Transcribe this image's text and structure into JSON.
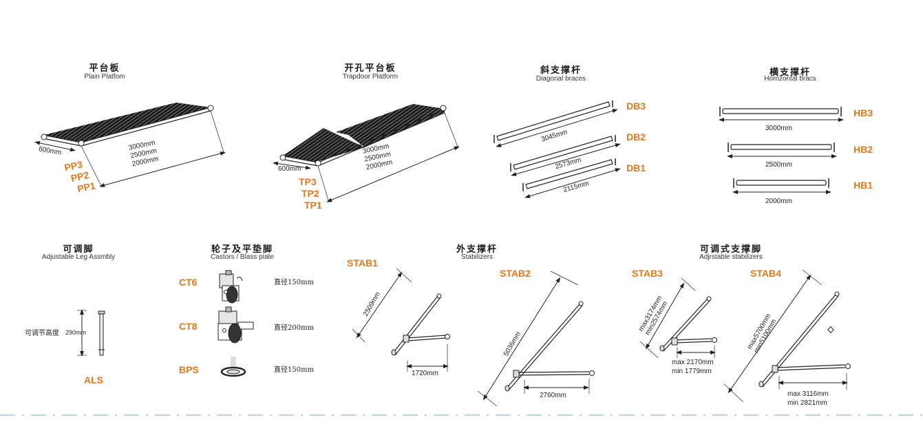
{
  "sections": {
    "plain_platform": {
      "zh": "平台板",
      "en": "Plain  Platfom",
      "lengths": [
        "3000mm",
        "2500mm",
        "2000mm"
      ],
      "width": "600mm",
      "codes": [
        "PP3",
        "PP2",
        "PP1"
      ]
    },
    "trapdoor_platform": {
      "zh": "开孔平台板",
      "en": "Trapdoor  Platform",
      "lengths": [
        "3000mm",
        "2500mm",
        "2000mm"
      ],
      "width": "600mm",
      "codes": [
        "TP3",
        "TP2",
        "TP1"
      ]
    },
    "diagonal_braces": {
      "zh": "斜支撑杆",
      "en": "Diagonal braces",
      "items": [
        {
          "code": "DB3",
          "length": "3045mm"
        },
        {
          "code": "DB2",
          "length": "2573mm"
        },
        {
          "code": "DB1",
          "length": "2115mm"
        }
      ]
    },
    "horizontal_braces": {
      "zh": "横支撑杆",
      "en": "Horrizontal bracs",
      "items": [
        {
          "code": "HB3",
          "length": "3000mm"
        },
        {
          "code": "HB2",
          "length": "2500mm"
        },
        {
          "code": "HB1",
          "length": "2000mm"
        }
      ]
    },
    "adjustable_leg": {
      "zh": "可调脚",
      "en": "Adjustable  Leg  Assmbly",
      "height_label": "可调节高度",
      "height": "290mm",
      "code": "ALS"
    },
    "castors": {
      "zh": "轮子及平垫脚",
      "en": "Castors / Blass  plate",
      "items": [
        {
          "code": "CT6",
          "spec": "直径150mm"
        },
        {
          "code": "CT8",
          "spec": "直径200mm"
        },
        {
          "code": "BPS",
          "spec": "直径150mm"
        }
      ]
    },
    "stabilizers": {
      "zh": "外支撑杆",
      "en": "Stabilizers",
      "stab1": {
        "code": "STAB1",
        "length": "2509mm",
        "base": "1720mm"
      },
      "stab2": {
        "code": "STAB2",
        "length": "5036mm",
        "base": "2760mm"
      }
    },
    "adjustable_stabilizers": {
      "zh": "可调式支撑脚",
      "en": "Adjrstable stabilizers",
      "stab3": {
        "code": "STAB3",
        "max_len": "max3174mm",
        "min_len": "min2574mm",
        "base_max": "max 2170mm",
        "base_min": "min 1779mm"
      },
      "stab4": {
        "code": "STAB4",
        "max_len": "max5700mm",
        "min_len": "min5100mm",
        "base_max": "max 3116mm",
        "base_min": "min 2821mm"
      }
    }
  },
  "colors": {
    "accent": "#e07a1e",
    "line": "#222222",
    "divider": "#bcd3de"
  }
}
